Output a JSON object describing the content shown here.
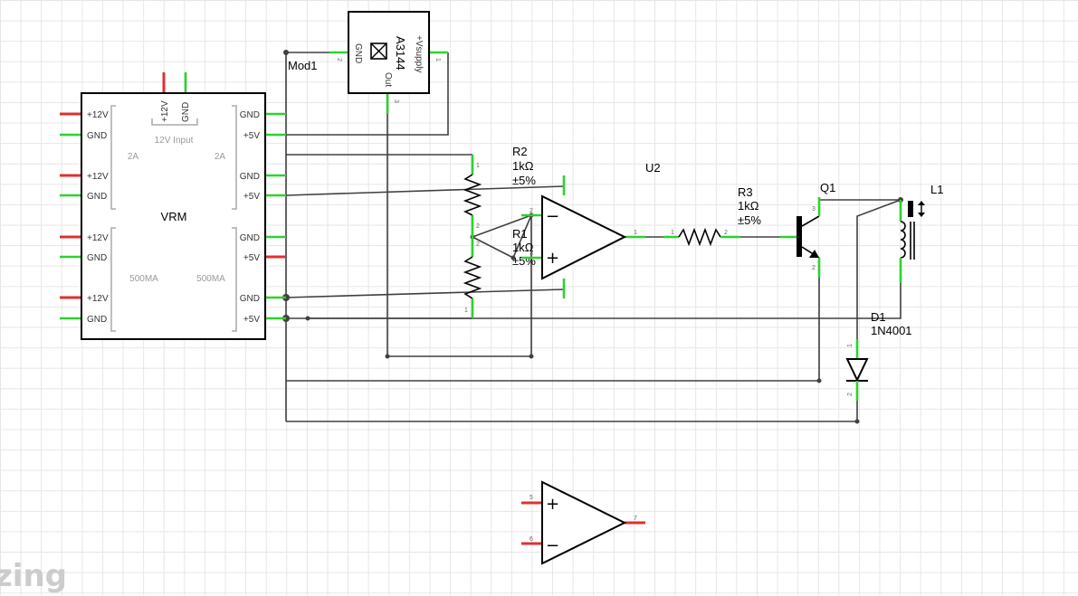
{
  "vrm": {
    "ref": "VRM",
    "left_pins": [
      "+12V",
      "GND",
      "+12V",
      "GND",
      "+12V",
      "GND",
      "+12V",
      "GND"
    ],
    "right_pins": [
      "GND",
      "+5V",
      "GND",
      "+5V",
      "GND",
      "+5V",
      "GND",
      "+5V"
    ],
    "top_pins": [
      "+12V",
      "GND"
    ],
    "input_label": "12V Input",
    "group_top_left": "2A",
    "group_top_right": "2A",
    "group_bottom_left": "500MA",
    "group_bottom_right": "500MA"
  },
  "mod1": {
    "ref": "Mod1",
    "part": "A3144",
    "pins": {
      "gnd": "GND",
      "supply": "+Vsupply",
      "out": "Out"
    },
    "pin_numbers": {
      "gnd": "2",
      "supply": "1",
      "out": "3"
    }
  },
  "r2": {
    "ref": "R2",
    "value": "1kΩ",
    "tolerance": "±5%",
    "pin_top": "1",
    "pin_bottom": "2"
  },
  "r1": {
    "ref": "R1",
    "value": "1kΩ",
    "tolerance": "±5%",
    "pin_top": "2",
    "pin_bottom": "1"
  },
  "u2": {
    "ref": "U2",
    "minus": "−",
    "plus": "+",
    "pin_minus": "2",
    "pin_plus": "3",
    "pin_out": "1"
  },
  "r3": {
    "ref": "R3",
    "value": "1kΩ",
    "tolerance": "±5%",
    "pin_left": "1",
    "pin_right": "2"
  },
  "q1": {
    "ref": "Q1",
    "pin_c": "3",
    "pin_e": "2"
  },
  "l1": {
    "ref": "L1"
  },
  "d1": {
    "ref": "D1",
    "part": "1N4001",
    "pin_a": "1",
    "pin_k": "2"
  },
  "u2b": {
    "plus": "+",
    "minus": "−",
    "pin_plus": "5",
    "pin_minus": "6",
    "pin_out": "7"
  },
  "watermark": "zing"
}
